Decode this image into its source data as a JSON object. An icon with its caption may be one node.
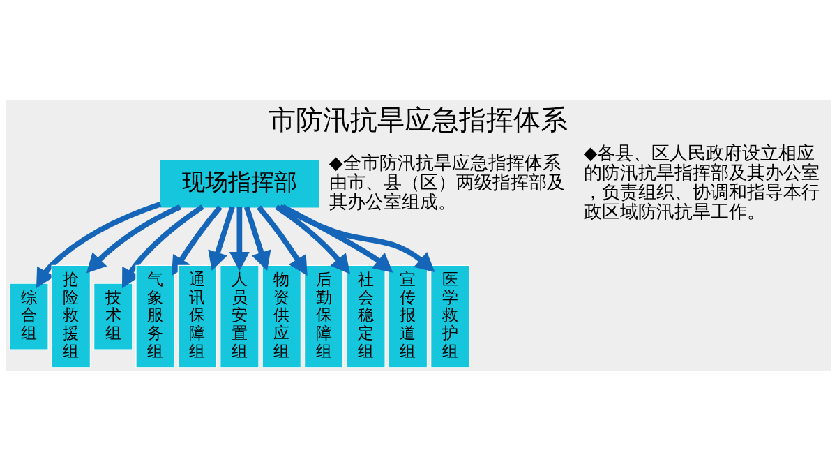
{
  "diagram": {
    "title": "市防汛抗旱应急指挥体系",
    "nodes": [
      {
        "text": [
          "现场指挥部"
        ]
      },
      {
        "text": [
          "综合组"
        ]
      },
      {
        "text": [
          "抢险救援组"
        ]
      },
      {
        "text": [
          "技术组"
        ]
      },
      {
        "text": [
          "气象服务组"
        ]
      },
      {
        "text": [
          "通讯保障组"
        ]
      },
      {
        "text": [
          "人员安置组"
        ]
      },
      {
        "text": [
          "物资供应组"
        ]
      },
      {
        "text": [
          "后勤保障组"
        ]
      },
      {
        "text": [
          "社会稳定组"
        ]
      },
      {
        "text": [
          "宣传报道组"
        ]
      },
      {
        "text": [
          "医学救护组"
        ]
      }
    ],
    "edges": [
      {
        "from": 0,
        "to": 1,
        "arrow": "to"
      },
      {
        "from": 0,
        "to": 2,
        "arrow": "to"
      },
      {
        "from": 0,
        "to": 3,
        "arrow": "to"
      },
      {
        "from": 0,
        "to": 4,
        "arrow": "to"
      },
      {
        "from": 0,
        "to": 5,
        "arrow": "to"
      },
      {
        "from": 0,
        "to": 6,
        "arrow": "to"
      },
      {
        "from": 0,
        "to": 7,
        "arrow": "to"
      },
      {
        "from": 0,
        "to": 8,
        "arrow": "to"
      },
      {
        "from": 0,
        "to": 9,
        "arrow": "to"
      },
      {
        "from": 0,
        "to": 10,
        "arrow": "to"
      },
      {
        "from": 0,
        "to": 11,
        "arrow": "to"
      }
    ],
    "labels": [
      "◆全市防汛抗旱应急指挥体系由市、县（区）两级指挥部及其办公室组成。",
      "◆各县、区人民政府设立相应的防汛抗旱指挥部及其办公室，负责组织、协调和指导本行政区域防汛抗旱工作。"
    ]
  }
}
